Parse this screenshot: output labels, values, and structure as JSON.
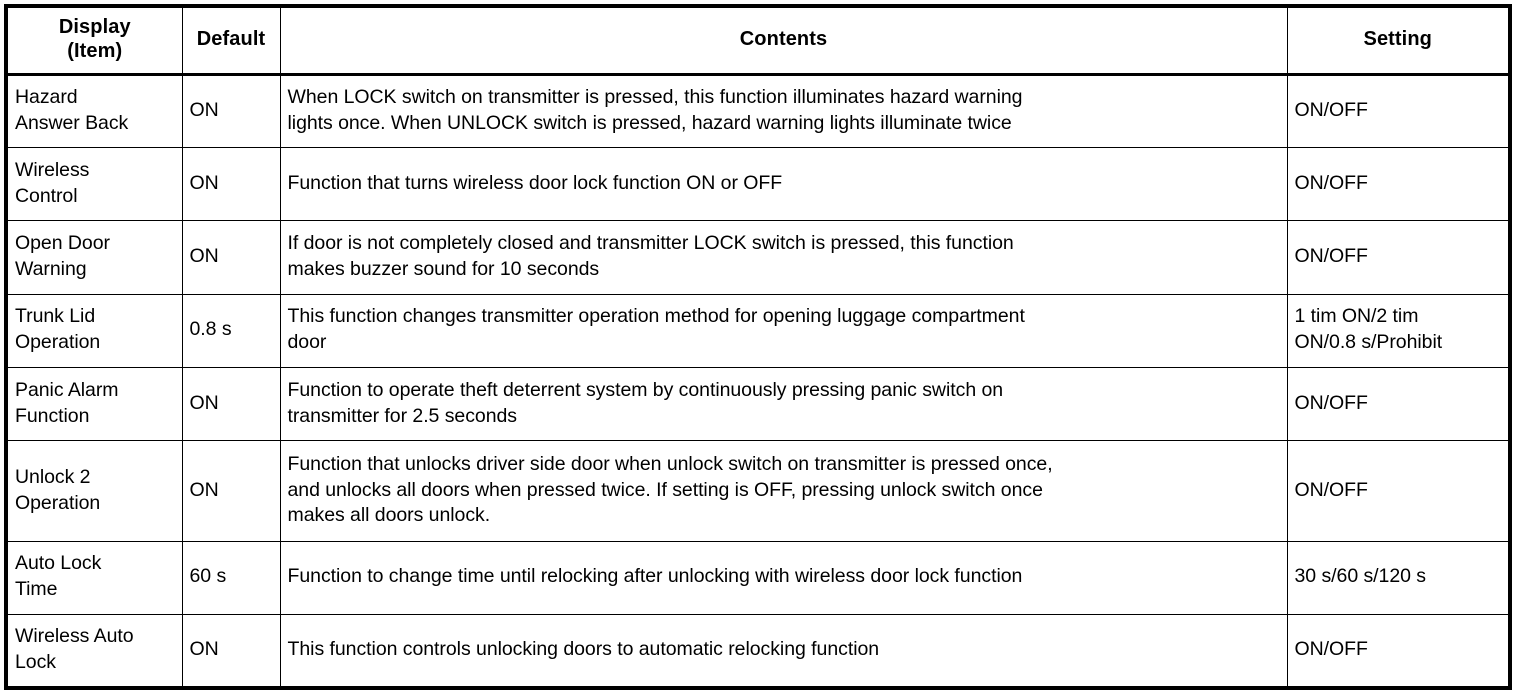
{
  "table": {
    "headers": {
      "item": "Display\n(Item)",
      "default": "Default",
      "contents": "Contents",
      "setting": "Setting"
    },
    "rows": [
      {
        "item": "Hazard\nAnswer Back",
        "default": "ON",
        "contents": "When LOCK switch on transmitter is pressed, this function illuminates hazard warning\nlights once. When UNLOCK switch is pressed, hazard warning lights illuminate twice",
        "setting": "ON/OFF"
      },
      {
        "item": "Wireless\nControl",
        "default": "ON",
        "contents": "Function that turns wireless door lock function ON or OFF",
        "setting": "ON/OFF"
      },
      {
        "item": "Open Door\nWarning",
        "default": "ON",
        "contents": "If door is not completely closed and transmitter LOCK switch is pressed, this function\nmakes buzzer sound for 10 seconds",
        "setting": "ON/OFF"
      },
      {
        "item": "Trunk Lid\nOperation",
        "default": "0.8 s",
        "contents": "This function changes transmitter operation method for opening luggage compartment\ndoor",
        "setting": "1 tim ON/2 tim\nON/0.8 s/Prohibit"
      },
      {
        "item": "Panic Alarm\nFunction",
        "default": "ON",
        "contents": "Function to operate theft deterrent system by continuously pressing panic switch on\ntransmitter for 2.5 seconds",
        "setting": "ON/OFF"
      },
      {
        "item": "Unlock 2\nOperation",
        "default": "ON",
        "contents": "Function that unlocks driver side door when unlock switch on transmitter is pressed once,\nand unlocks all doors when pressed twice. If setting is OFF, pressing unlock switch once\nmakes all doors unlock.",
        "setting": "ON/OFF"
      },
      {
        "item": "Auto Lock\nTime",
        "default": "60 s",
        "contents": "Function to change time until relocking after unlocking with wireless door lock function",
        "setting": "30 s/60 s/120 s"
      },
      {
        "item": "Wireless Auto\nLock",
        "default": "ON",
        "contents": "This function controls unlocking doors to automatic relocking function",
        "setting": "ON/OFF"
      }
    ]
  },
  "colors": {
    "border": "#000000",
    "text": "#000000",
    "background": "#ffffff"
  }
}
